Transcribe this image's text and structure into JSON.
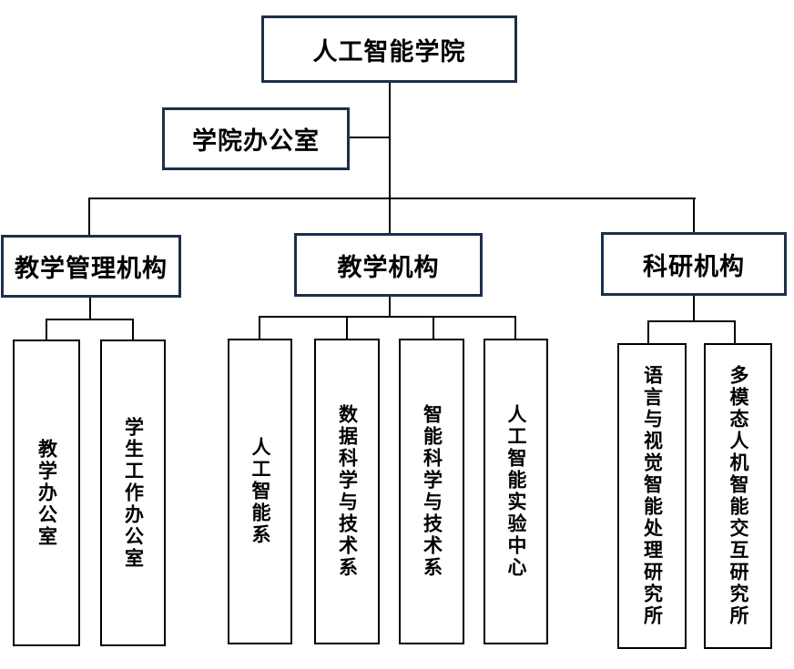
{
  "org": {
    "root": {
      "label": "人工智能学院"
    },
    "office": {
      "label": "学院办公室"
    },
    "branches": [
      {
        "label": "教学管理机构",
        "children": [
          {
            "label": "教学办公室"
          },
          {
            "label": "学生工作办公室"
          }
        ]
      },
      {
        "label": "教学机构",
        "children": [
          {
            "label": "人工智能系"
          },
          {
            "label": "数据科学与技术系"
          },
          {
            "label": "智能科学与技术系"
          },
          {
            "label": "人工智能实验中心"
          }
        ]
      },
      {
        "label": "科研机构",
        "children": [
          {
            "label": "语言与视觉智能处理研究所"
          },
          {
            "label": "多模态人机智能交互研究所"
          }
        ]
      }
    ],
    "colors": {
      "upper_node_border": "#1c2f49",
      "leaf_node_border": "#000000",
      "connector_line": "#000000",
      "background": "#ffffff",
      "text": "#000000"
    }
  }
}
